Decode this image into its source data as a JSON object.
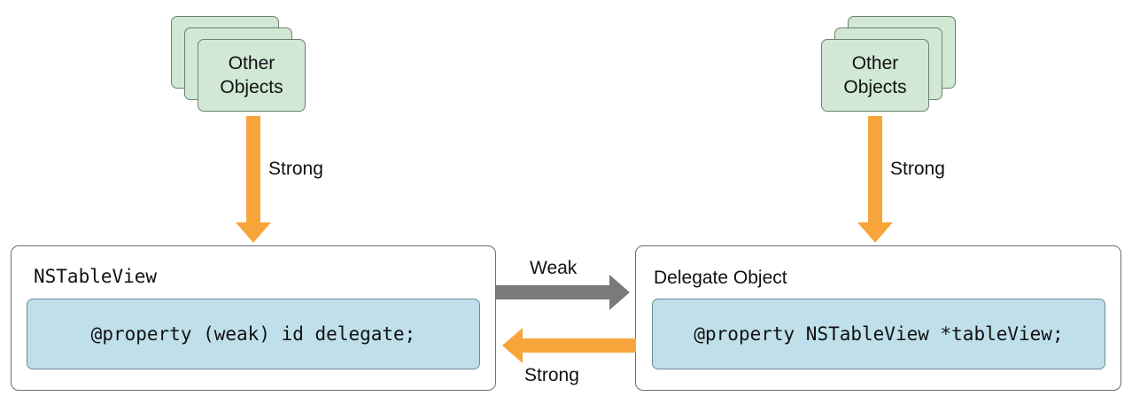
{
  "colors": {
    "strong_arrow": "#f7a53b",
    "weak_arrow": "#7a7a7a",
    "stack_fill": "#d1e8d5",
    "code_fill": "#bfe0ea"
  },
  "left_stack": {
    "line1": "Other",
    "line2": "Objects"
  },
  "right_stack": {
    "line1": "Other",
    "line2": "Objects"
  },
  "left_strong_label": "Strong",
  "right_strong_label": "Strong",
  "weak_label": "Weak",
  "back_strong_label": "Strong",
  "table_view": {
    "title": "NSTableView",
    "code": "@property (weak) id delegate;"
  },
  "delegate_object": {
    "title": "Delegate Object",
    "code": "@property NSTableView *tableView;"
  }
}
